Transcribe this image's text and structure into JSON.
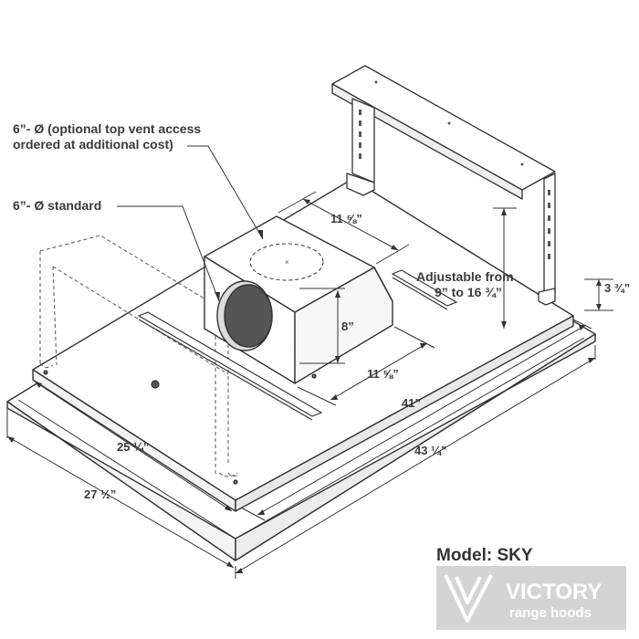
{
  "callouts": {
    "top_vent_line1": "6”- Ø (optional top vent access",
    "top_vent_line2": "ordered at additional cost)",
    "standard": "6”- Ø standard",
    "adjustable_line1": "Adjustable from",
    "adjustable_line2": "9” to 16 ¾”"
  },
  "dimensions": {
    "box_depth": "11 ⅝”",
    "box_height": "8”",
    "box_width": "11 ⅝”",
    "inner_length": "41”",
    "inner_width": "25 ¼”",
    "outer_length": "43 ¼”",
    "outer_width": "27 ½”",
    "body_height": "3 ¾”"
  },
  "model": {
    "label": "Model:  SKY"
  },
  "brand": {
    "name": "VICTORY",
    "tagline": "range hoods",
    "logo_bg": "#d4d4d4"
  },
  "colors": {
    "line": "#333333",
    "text": "#3a3a3a",
    "vent_fill": "#555555"
  }
}
